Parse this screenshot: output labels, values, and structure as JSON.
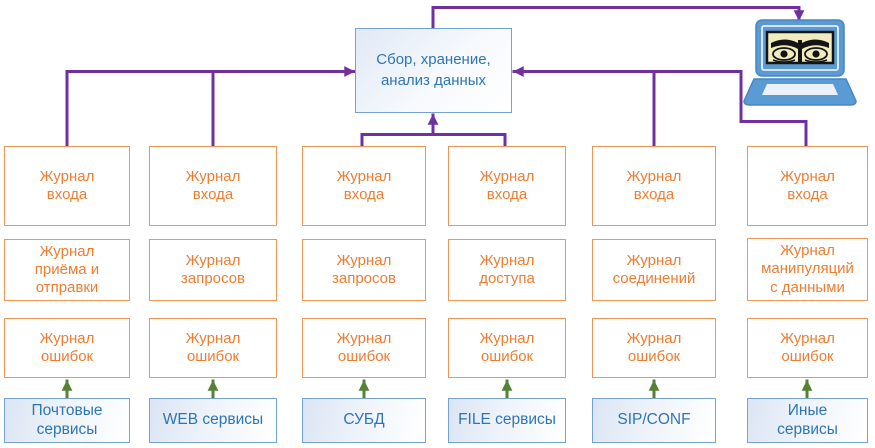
{
  "central": {
    "label": "Сбор, хранение,\nанализ данных"
  },
  "columns": [
    {
      "service": "Почтовые\nсервисы",
      "logs": [
        "Журнал\nвхода",
        "Журнал\nприёма и\nотправки",
        "Журнал\nошибок"
      ]
    },
    {
      "service": "WEB сервисы",
      "logs": [
        "Журнал\nвхода",
        "Журнал\nзапросов",
        "Журнал\nошибок"
      ]
    },
    {
      "service": "СУБД",
      "logs": [
        "Журнал\nвхода",
        "Журнал\nзапросов",
        "Журнал\nошибок"
      ]
    },
    {
      "service": "FILE сервисы",
      "logs": [
        "Журнал\nвхода",
        "Журнал\nдоступа",
        "Журнал\nошибок"
      ]
    },
    {
      "service": "SIP/CONF",
      "logs": [
        "Журнал\nвхода",
        "Журнал\nсоединений",
        "Журнал\nошибок"
      ]
    },
    {
      "service": "Иные\nсервисы",
      "logs": [
        "Журнал\nвхода",
        "Журнал\nманипуляций\nс данными",
        "Журнал\nошибок"
      ]
    }
  ],
  "icons": {
    "laptop": "surveillance-laptop-with-eyes-screen"
  },
  "colors": {
    "orange_border": "#EF9558",
    "orange_text": "#ED7D31",
    "blue_border": "#74A2D4",
    "blue_text": "#2E75B6",
    "purple_connector": "#7030A0",
    "green_connector": "#538135",
    "laptop_blue": "#5B9BD5",
    "eyes_background": "#F1EBBE"
  }
}
